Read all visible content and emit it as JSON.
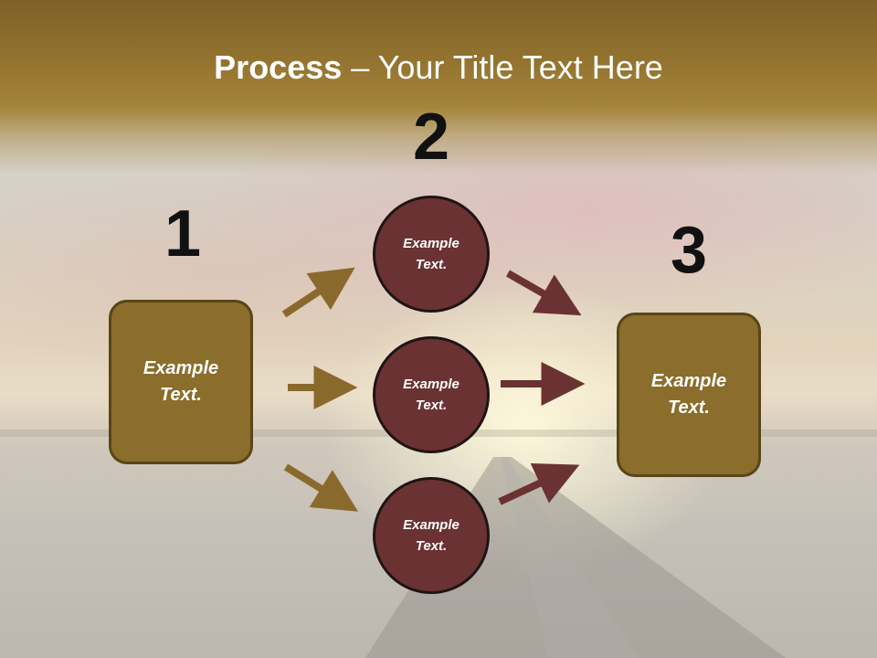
{
  "slide": {
    "title_bold": "Process",
    "title_rest": " – Your Title Text Here"
  },
  "steps": {
    "one": "1",
    "two": "2",
    "three": "3"
  },
  "nodes": {
    "left_box": "Example\nText.",
    "circle_top": "Example\nText.",
    "circle_middle": "Example\nText.",
    "circle_bottom": "Example\nText.",
    "right_box": "Example\nText."
  },
  "colors": {
    "gold_box": "#8b6d2c",
    "maroon_circle": "#6b3233",
    "gold_arrow": "#8a6a2c",
    "maroon_arrow": "#6b3233"
  }
}
